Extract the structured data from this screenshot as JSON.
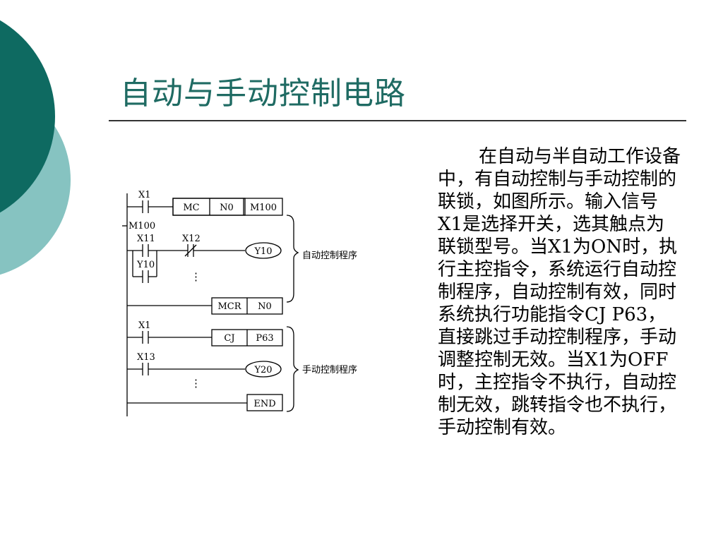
{
  "slide": {
    "title": "自动与手动控制电路",
    "body": "在自动与半自动工作设备中，有自动控制与手动控制的联锁，如图所示。输入信号X1是选择开关，选其触点为联锁型号。当X1为ON时，执行主控指令，系统运行自动控制程序，自动控制有效，同时系统执行功能指令CJ P63，直接跳过手动控制程序，手动调整控制无效。当X1为OFF时，主控指令不执行，自动控制无效，跳转指令也不执行，手动控制有效。"
  },
  "diagram": {
    "contacts": {
      "x1_top": "X1",
      "m100": "M100",
      "x11": "X11",
      "x12": "X12",
      "y10_contact": "Y10",
      "x1_mid": "X1",
      "x13": "X13"
    },
    "instructions": {
      "mc": [
        "MC",
        "N0",
        "M100"
      ],
      "mcr": [
        "MCR",
        "N0"
      ],
      "cj": [
        "CJ",
        "P63"
      ],
      "end": "END"
    },
    "coils": {
      "y10": "Y10",
      "y20": "Y20"
    },
    "ellipsis": "⋮",
    "brackets": {
      "auto": "自动控制程序",
      "manual": "手动控制程序"
    }
  },
  "colors": {
    "title": "#1f6b63",
    "teal_dark": "#0e6a61",
    "teal_light": "#86c3c1"
  }
}
